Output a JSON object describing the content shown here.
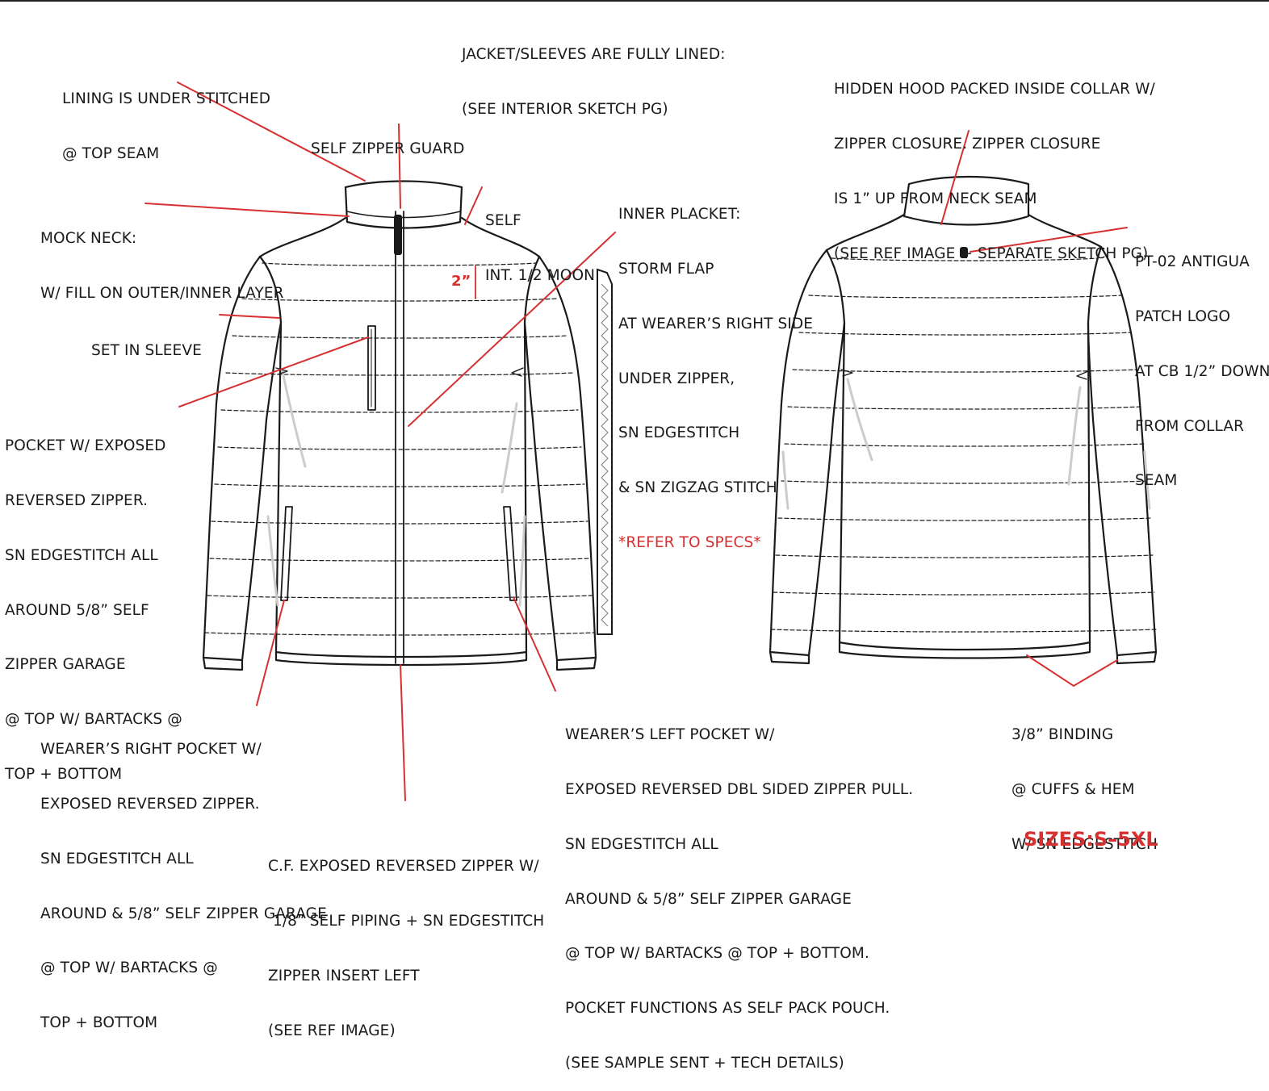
{
  "accent_color": "#d63031",
  "line_color": "#d63031",
  "garment_color": "#1a1a1a",
  "labels": {
    "lined_note": [
      "JACKET/SLEEVES ARE FULLY LINED:",
      "(SEE INTERIOR SKETCH PG)"
    ],
    "lining_stitched": [
      "LINING IS UNDER STITCHED",
      "@ TOP SEAM"
    ],
    "zipper_guard": [
      "SELF ZIPPER GUARD"
    ],
    "half_moon": [
      "SELF",
      "INT. 1/2 MOON"
    ],
    "mock_neck": [
      "MOCK NECK:",
      "W/ FILL ON OUTER/INNER LAYER"
    ],
    "set_in_sleeve": [
      "SET IN SLEEVE"
    ],
    "chest_pocket": [
      "POCKET W/ EXPOSED",
      "REVERSED ZIPPER.",
      "SN EDGESTITCH ALL",
      "AROUND 5/8” SELF",
      "ZIPPER GARAGE",
      "@ TOP W/ BARTACKS @",
      "TOP + BOTTOM"
    ],
    "inner_placket": [
      "INNER PLACKET:",
      "STORM FLAP",
      "AT WEARER’S RIGHT SIDE",
      "UNDER ZIPPER,",
      "SN EDGESTITCH",
      "& SN ZIGZAG STITCH"
    ],
    "inner_placket_specs": "*REFER TO SPECS*",
    "hidden_hood": [
      "HIDDEN HOOD PACKED INSIDE COLLAR W/",
      "ZIPPER CLOSURE. ZIPPER CLOSURE",
      "IS 1” UP FROM NECK SEAM",
      "(SEE REF IMAGE + SEPARATE SKETCH PG)"
    ],
    "patch_logo": [
      "PT-02 ANTIGUA",
      "PATCH LOGO",
      "AT CB 1/2” DOWN",
      "FROM COLLAR",
      "SEAM"
    ],
    "right_pocket": [
      "WEARER’S RIGHT POCKET W/",
      "EXPOSED REVERSED ZIPPER.",
      "SN EDGESTITCH ALL",
      "AROUND & 5/8” SELF ZIPPER GARAGE",
      "@ TOP W/ BARTACKS @",
      "TOP + BOTTOM"
    ],
    "left_pocket": [
      "WEARER’S LEFT POCKET W/",
      "EXPOSED REVERSED DBL SIDED ZIPPER PULL.",
      "SN EDGESTITCH ALL",
      "AROUND & 5/8” SELF ZIPPER GARAGE",
      "@ TOP W/ BARTACKS @ TOP + BOTTOM.",
      "POCKET FUNCTIONS AS SELF PACK POUCH.",
      "(SEE SAMPLE SENT + TECH DETAILS)"
    ],
    "cf_zipper": [
      "C.F. EXPOSED REVERSED ZIPPER W/",
      " 1/8” SELF PIPING + SN EDGESTITCH",
      "ZIPPER INSERT LEFT",
      "(SEE REF IMAGE)"
    ],
    "binding": [
      "3/8” BINDING",
      "@ CUFFS & HEM",
      "W/ SN EDGESTITCH"
    ]
  },
  "quilt_spacing_label": "2”",
  "sizes_label": "SIZES:S–5XL"
}
